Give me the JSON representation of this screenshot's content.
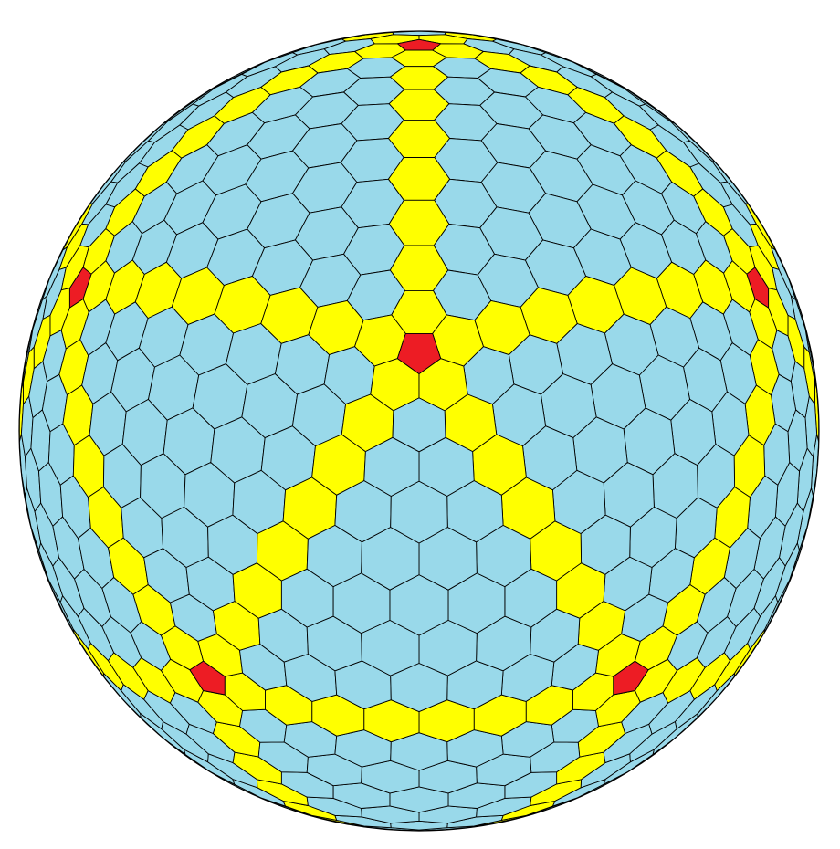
{
  "figure": {
    "subject": "",
    "pentagon_count_visible": 6
  },
  "colors": {
    "background": "#ffffff",
    "hexagon": "#99d9ea",
    "great_circle_band": "#ffff00",
    "pentagon": "#ed1c24",
    "edge": "#000000",
    "outline": "#000000"
  },
  "geodesic": {
    "frequency": 9,
    "icosahedron_vertices_shown": 6
  }
}
